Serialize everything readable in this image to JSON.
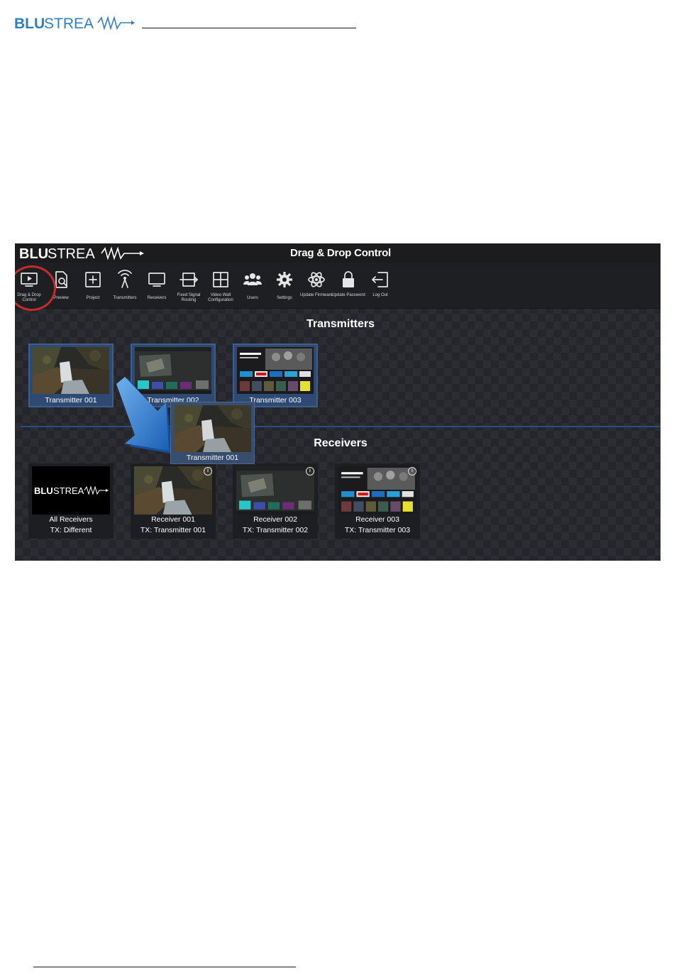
{
  "document": {
    "brand": {
      "blu": "BLU",
      "stream": "STREA"
    }
  },
  "app": {
    "brand": {
      "blu": "BLU",
      "stream": "STREA"
    },
    "title": "Drag & Drop Control",
    "toolbar": [
      {
        "id": "drag-drop",
        "label": "Drag & Drop Control",
        "icon": "play-screen-icon",
        "active": true
      },
      {
        "id": "preview",
        "label": "Preview",
        "icon": "preview-search-icon"
      },
      {
        "id": "project",
        "label": "Project",
        "icon": "plus-box-icon"
      },
      {
        "id": "transmitters",
        "label": "Transmitters",
        "icon": "antenna-icon"
      },
      {
        "id": "receivers",
        "label": "Receivers",
        "icon": "monitor-icon"
      },
      {
        "id": "fixed-signal-routing",
        "label": "Fixed Signal Routing",
        "icon": "routing-arrows-icon"
      },
      {
        "id": "video-wall",
        "label": "Video Wall Configuration",
        "icon": "grid-icon"
      },
      {
        "id": "users",
        "label": "Users",
        "icon": "users-icon"
      },
      {
        "id": "settings",
        "label": "Settings",
        "icon": "gear-icon"
      },
      {
        "id": "update-firmware",
        "label": "Update Firmware",
        "icon": "atom-icon"
      },
      {
        "id": "update-password",
        "label": "Update Password",
        "icon": "lock-icon"
      },
      {
        "id": "log-out",
        "label": "Log Out",
        "icon": "logout-icon"
      }
    ],
    "transmitters": {
      "heading": "Transmitters",
      "items": [
        {
          "label": "Transmitter 001",
          "thumb": "waterfall"
        },
        {
          "label": "Transmitter 002",
          "thumb": "tvhome"
        },
        {
          "label": "Transmitter 003",
          "thumb": "streaming"
        }
      ]
    },
    "receivers": {
      "heading": "Receivers",
      "items": [
        {
          "label": "All Receivers",
          "tx": "TX: Different",
          "thumb": "logo",
          "info": false
        },
        {
          "label": "Receiver 001",
          "tx": "TX: Transmitter 001",
          "thumb": "waterfall",
          "info": true
        },
        {
          "label": "Receiver 002",
          "tx": "TX: Transmitter 002",
          "thumb": "tvhome",
          "info": true
        },
        {
          "label": "Receiver 003",
          "tx": "TX: Transmitter 003",
          "thumb": "streaming",
          "info": true
        }
      ]
    },
    "dragging": {
      "label": "Transmitter 001",
      "thumb": "waterfall"
    },
    "colors": {
      "highlight_ring": "#c62b2b",
      "divider": "#2b4d86",
      "arrow": "#2f7fd6",
      "brand_blue": "#2e7fc3"
    }
  }
}
